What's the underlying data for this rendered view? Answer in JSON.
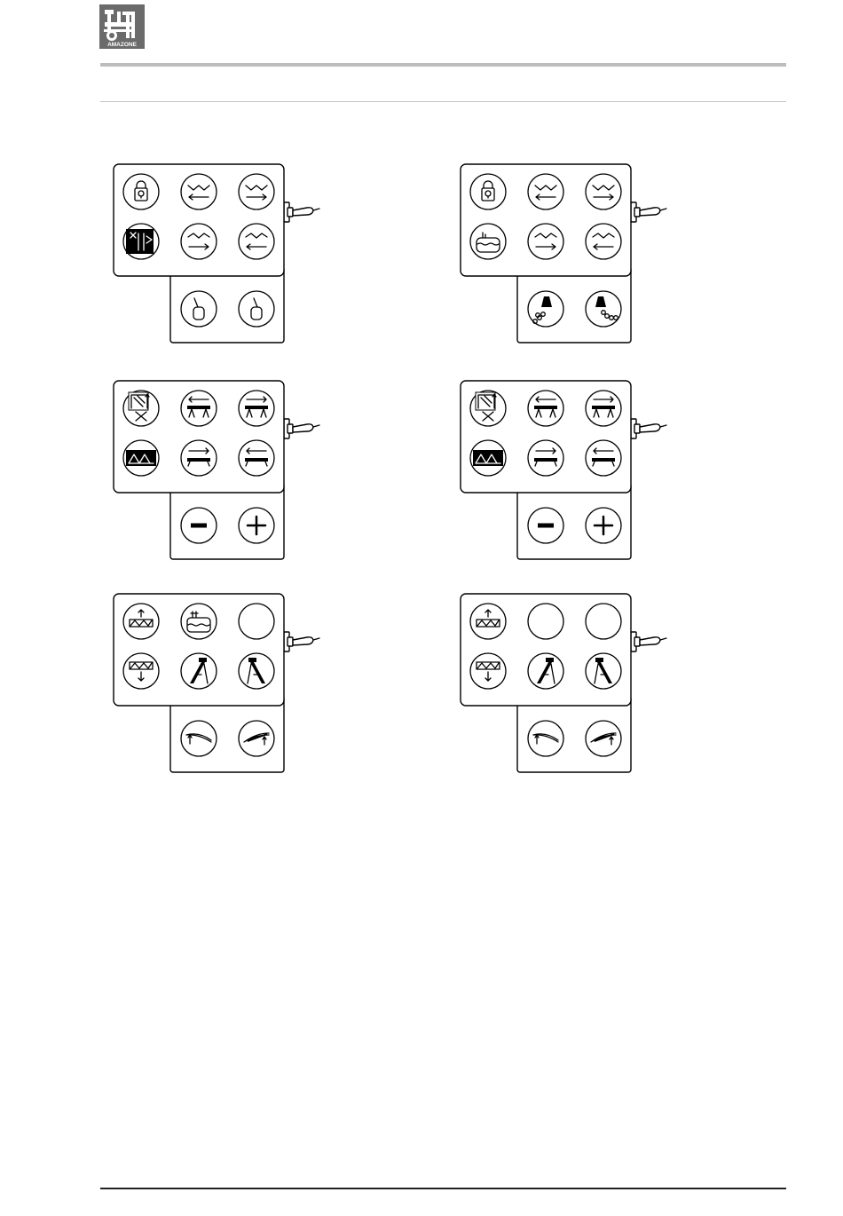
{
  "header": {
    "brand": "AMAZONE",
    "logo_icon": "amazone-tractor-logo-icon"
  },
  "colors": {
    "ink": "#000000",
    "rule": "#bdbdbd",
    "paper": "#ffffff"
  },
  "panels": [
    {
      "id": "panel-1",
      "top_grid": [
        "lamp-lock-icon",
        "boom-fold-left-icon",
        "boom-fold-right-icon",
        "sprayer-folding-icon",
        "boom-fold-in-right-icon",
        "boom-fold-in-left-icon"
      ],
      "bottom_grid": [
        "lever-left-icon",
        "lever-right-icon"
      ]
    },
    {
      "id": "panel-2",
      "top_grid": [
        "lamp-lock-icon",
        "boom-fold-left-icon",
        "boom-fold-right-icon",
        "tank-icon",
        "boom-fold-in-right-icon",
        "boom-fold-in-left-icon"
      ],
      "bottom_grid": [
        "spread-fan-left-icon",
        "spread-fan-right-icon"
      ]
    },
    {
      "id": "panel-3",
      "top_grid": [
        "boom-height-lock-icon",
        "boom-spread-left-icon",
        "boom-spread-right-icon",
        "boom-lowered-icon",
        "boom-shift-right-icon",
        "boom-shift-left-icon"
      ],
      "bottom_grid": [
        "minus-icon",
        "plus-icon"
      ]
    },
    {
      "id": "panel-4",
      "top_grid": [
        "boom-height-lock-icon",
        "boom-spread-left-icon",
        "boom-spread-right-icon",
        "boom-lowered-icon",
        "boom-shift-right-icon",
        "boom-shift-left-icon"
      ],
      "bottom_grid": [
        "minus-icon",
        "plus-icon"
      ]
    },
    {
      "id": "panel-5",
      "top_grid": [
        "boom-raise-icon",
        "tank-level-icon",
        "empty-icon",
        "boom-lower-icon",
        "marker-left-icon",
        "marker-right-icon"
      ],
      "bottom_grid": [
        "boom-tilt-left-icon",
        "boom-tilt-right-icon"
      ]
    },
    {
      "id": "panel-6",
      "top_grid": [
        "boom-raise-icon",
        "empty-icon",
        "empty-icon",
        "boom-lower-icon",
        "marker-left-icon",
        "marker-right-icon"
      ],
      "bottom_grid": [
        "boom-tilt-left-icon",
        "boom-tilt-right-icon"
      ]
    }
  ]
}
